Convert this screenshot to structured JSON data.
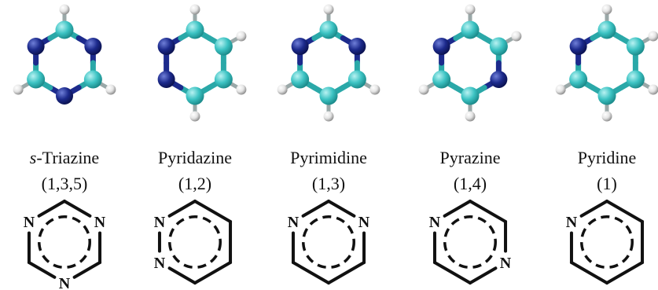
{
  "colors": {
    "carbon": "#3cc3c3",
    "nitrogen": "#1c2a8c",
    "hydrogen": "#e4e4e4",
    "bond_c": "#2aa8a8",
    "bond_n": "#1c2a8c",
    "ink": "#111111"
  },
  "molecules": [
    {
      "prefix": "s",
      "name": "-Triazine",
      "positions": "(1,3,5)",
      "nitrogen_label": "N",
      "nitrogen_sites": [
        0,
        2,
        4
      ]
    },
    {
      "prefix": "",
      "name": "Pyridazine",
      "positions": "(1,2)",
      "nitrogen_label": "N",
      "nitrogen_sites": [
        0,
        5
      ]
    },
    {
      "prefix": "",
      "name": "Pyrimidine",
      "positions": "(1,3)",
      "nitrogen_label": "N",
      "nitrogen_sites": [
        0,
        2
      ]
    },
    {
      "prefix": "",
      "name": "Pyrazine",
      "positions": "(1,4)",
      "nitrogen_label": "N",
      "nitrogen_sites": [
        0,
        3
      ]
    },
    {
      "prefix": "",
      "name": "Pyridine",
      "positions": "(1)",
      "nitrogen_label": "N",
      "nitrogen_sites": [
        0
      ]
    }
  ]
}
